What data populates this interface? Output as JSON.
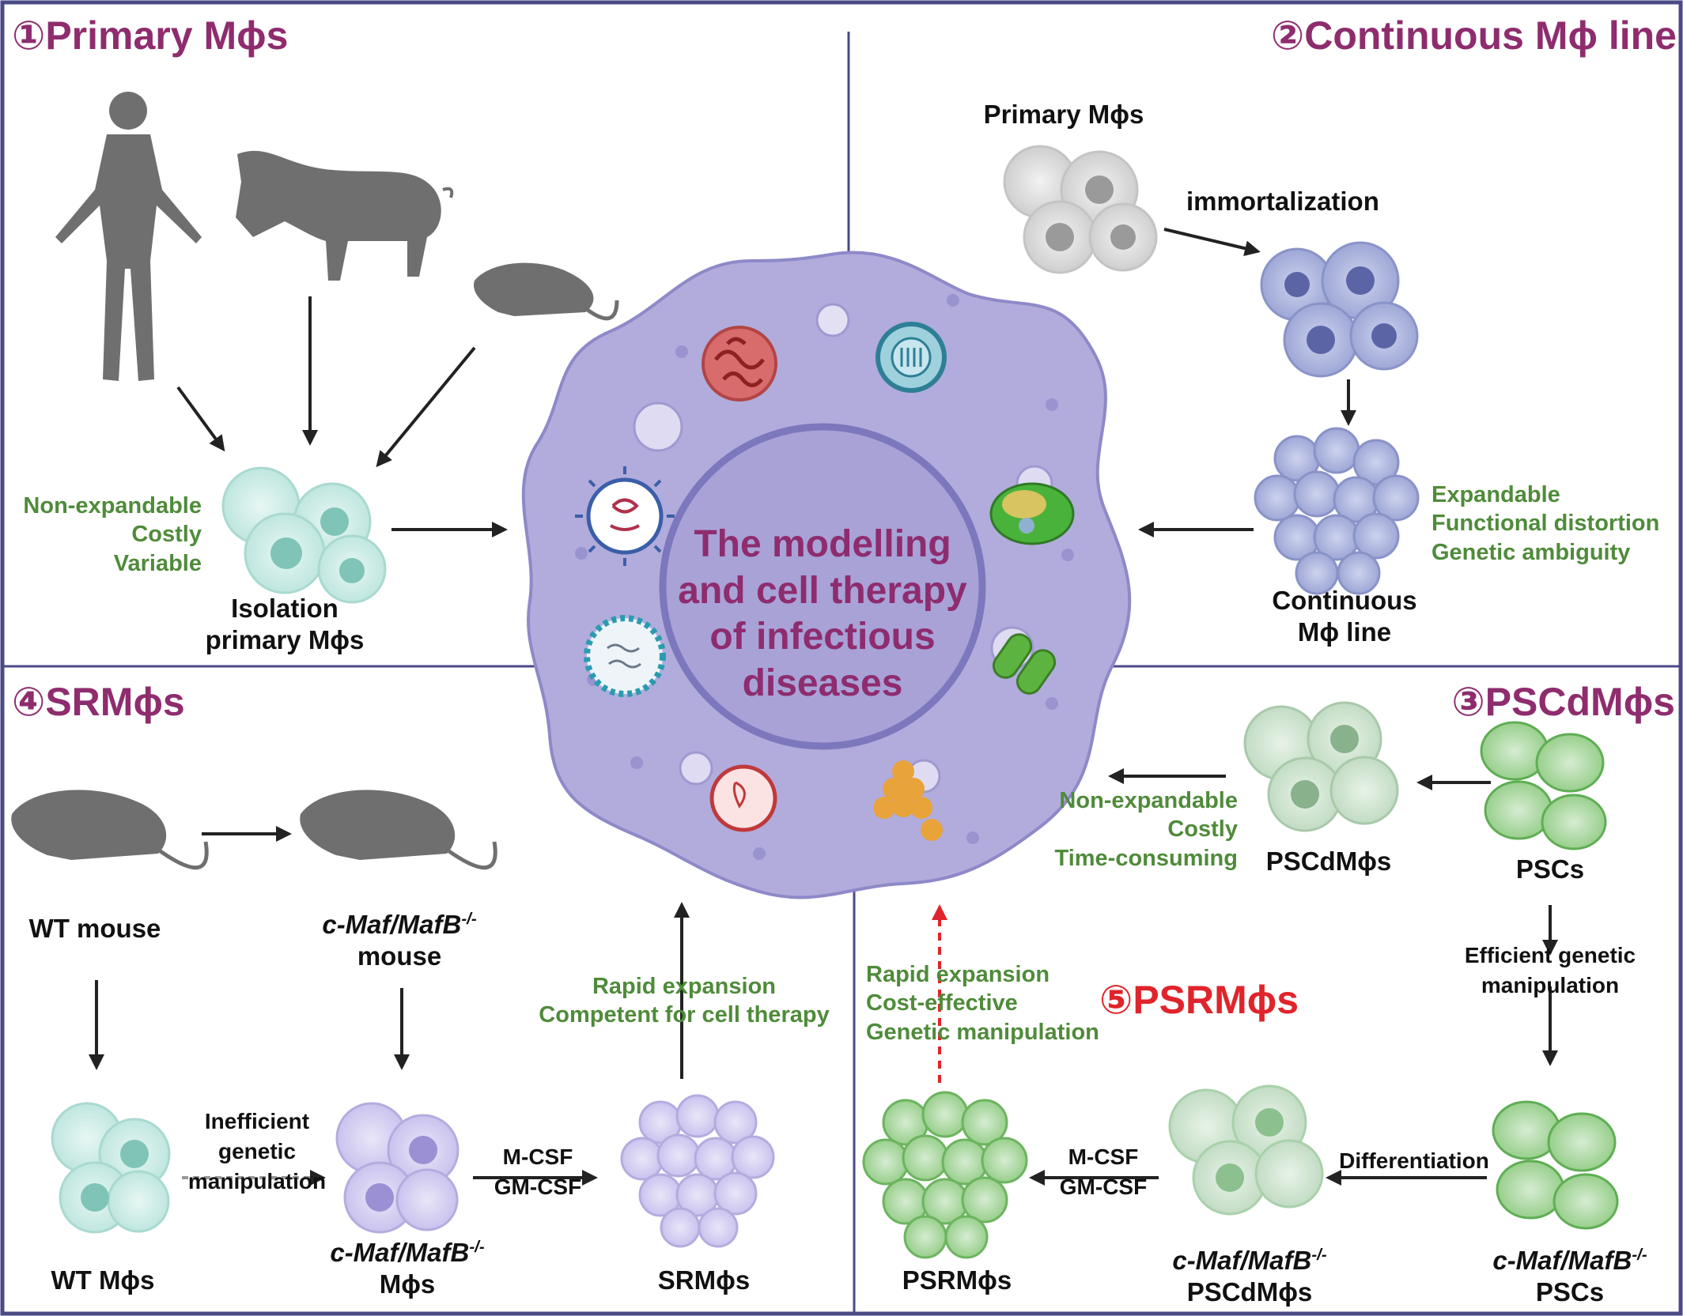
{
  "center": {
    "title_lines": [
      "The modelling",
      "and cell therapy",
      "of infectious",
      "diseases"
    ]
  },
  "sections": {
    "primary": {
      "title": "①Primary Mϕs",
      "traits": [
        "Non-expandable",
        "Costly",
        "Variable"
      ],
      "isolation_label": [
        "Isolation",
        "primary Mϕs"
      ]
    },
    "continuous": {
      "title": "②Continuous Mϕ line",
      "primary_label": "Primary Mϕs",
      "step_label": "immortalization",
      "line_label": [
        "Continuous",
        "Mϕ line"
      ],
      "traits": [
        "Expandable",
        "Functional distortion",
        "Genetic ambiguity"
      ]
    },
    "pscd": {
      "title": "③PSCdMϕs",
      "traits": [
        "Non-expandable",
        "Costly",
        "Time-consuming"
      ],
      "pscd_label": "PSCdMϕs",
      "psc_label": "PSCs",
      "manip_label": [
        "Efficient genetic",
        "manipulation"
      ],
      "diff_label": "Differentiation",
      "ko_label": "PSCs",
      "ko_pscd_label": "PSCdMϕs"
    },
    "srm": {
      "title": "④SRMϕs",
      "wt_mouse": "WT mouse",
      "ko_mouse": "mouse",
      "ko_prefix": "c-Maf/MafB",
      "ko_sup": "-/-",
      "wt_macs": "WT Mϕs",
      "ko_macs": "Mϕs",
      "inefficient": [
        "Inefficient",
        "genetic",
        "manipulation"
      ],
      "mcsf": "M-CSF",
      "gmcsf": "GM-CSF",
      "srm_label": "SRMϕs",
      "traits": [
        "Rapid expansion",
        "Competent for cell therapy"
      ]
    },
    "psrm": {
      "title": "⑤PSRMϕs",
      "traits": [
        "Rapid expansion",
        "Cost-effective",
        "Genetic manipulation"
      ],
      "psrm_label": "PSRMϕs"
    }
  },
  "colors": {
    "frame": "#4a4a86",
    "section_title": "#8e2c6e",
    "highlight": "#e0242b",
    "trait_text": "#4f8b3a",
    "cell_body": "#b3b0dc",
    "cell_nucleus": "#8885c2"
  }
}
